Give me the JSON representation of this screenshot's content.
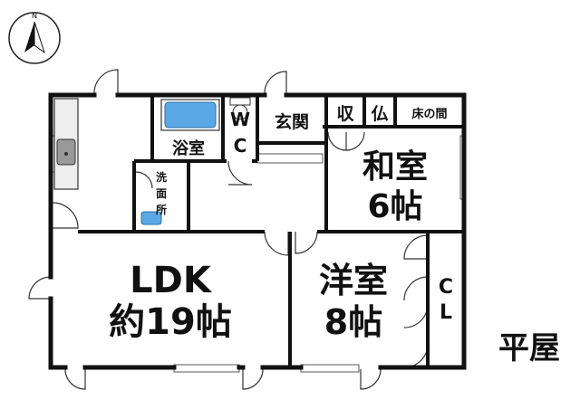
{
  "compass": {
    "north_label": "N"
  },
  "rooms": {
    "bath": "浴室",
    "wc_line1": "W",
    "wc_line2": "C",
    "entrance": "玄関",
    "storage": "収",
    "butsudan": "仏",
    "tokonoma": "床の間",
    "washroom_line1": "洗",
    "washroom_line2": "面",
    "washroom_line3": "所",
    "washitsu_line1": "和室",
    "washitsu_line2": "6帖",
    "ldk_line1": "LDK",
    "ldk_line2": "約19帖",
    "youshitsu_line1": "洋室",
    "youshitsu_line2": "8帖",
    "closet_line1": "C",
    "closet_line2": "L"
  },
  "floor_type": "平屋"
}
